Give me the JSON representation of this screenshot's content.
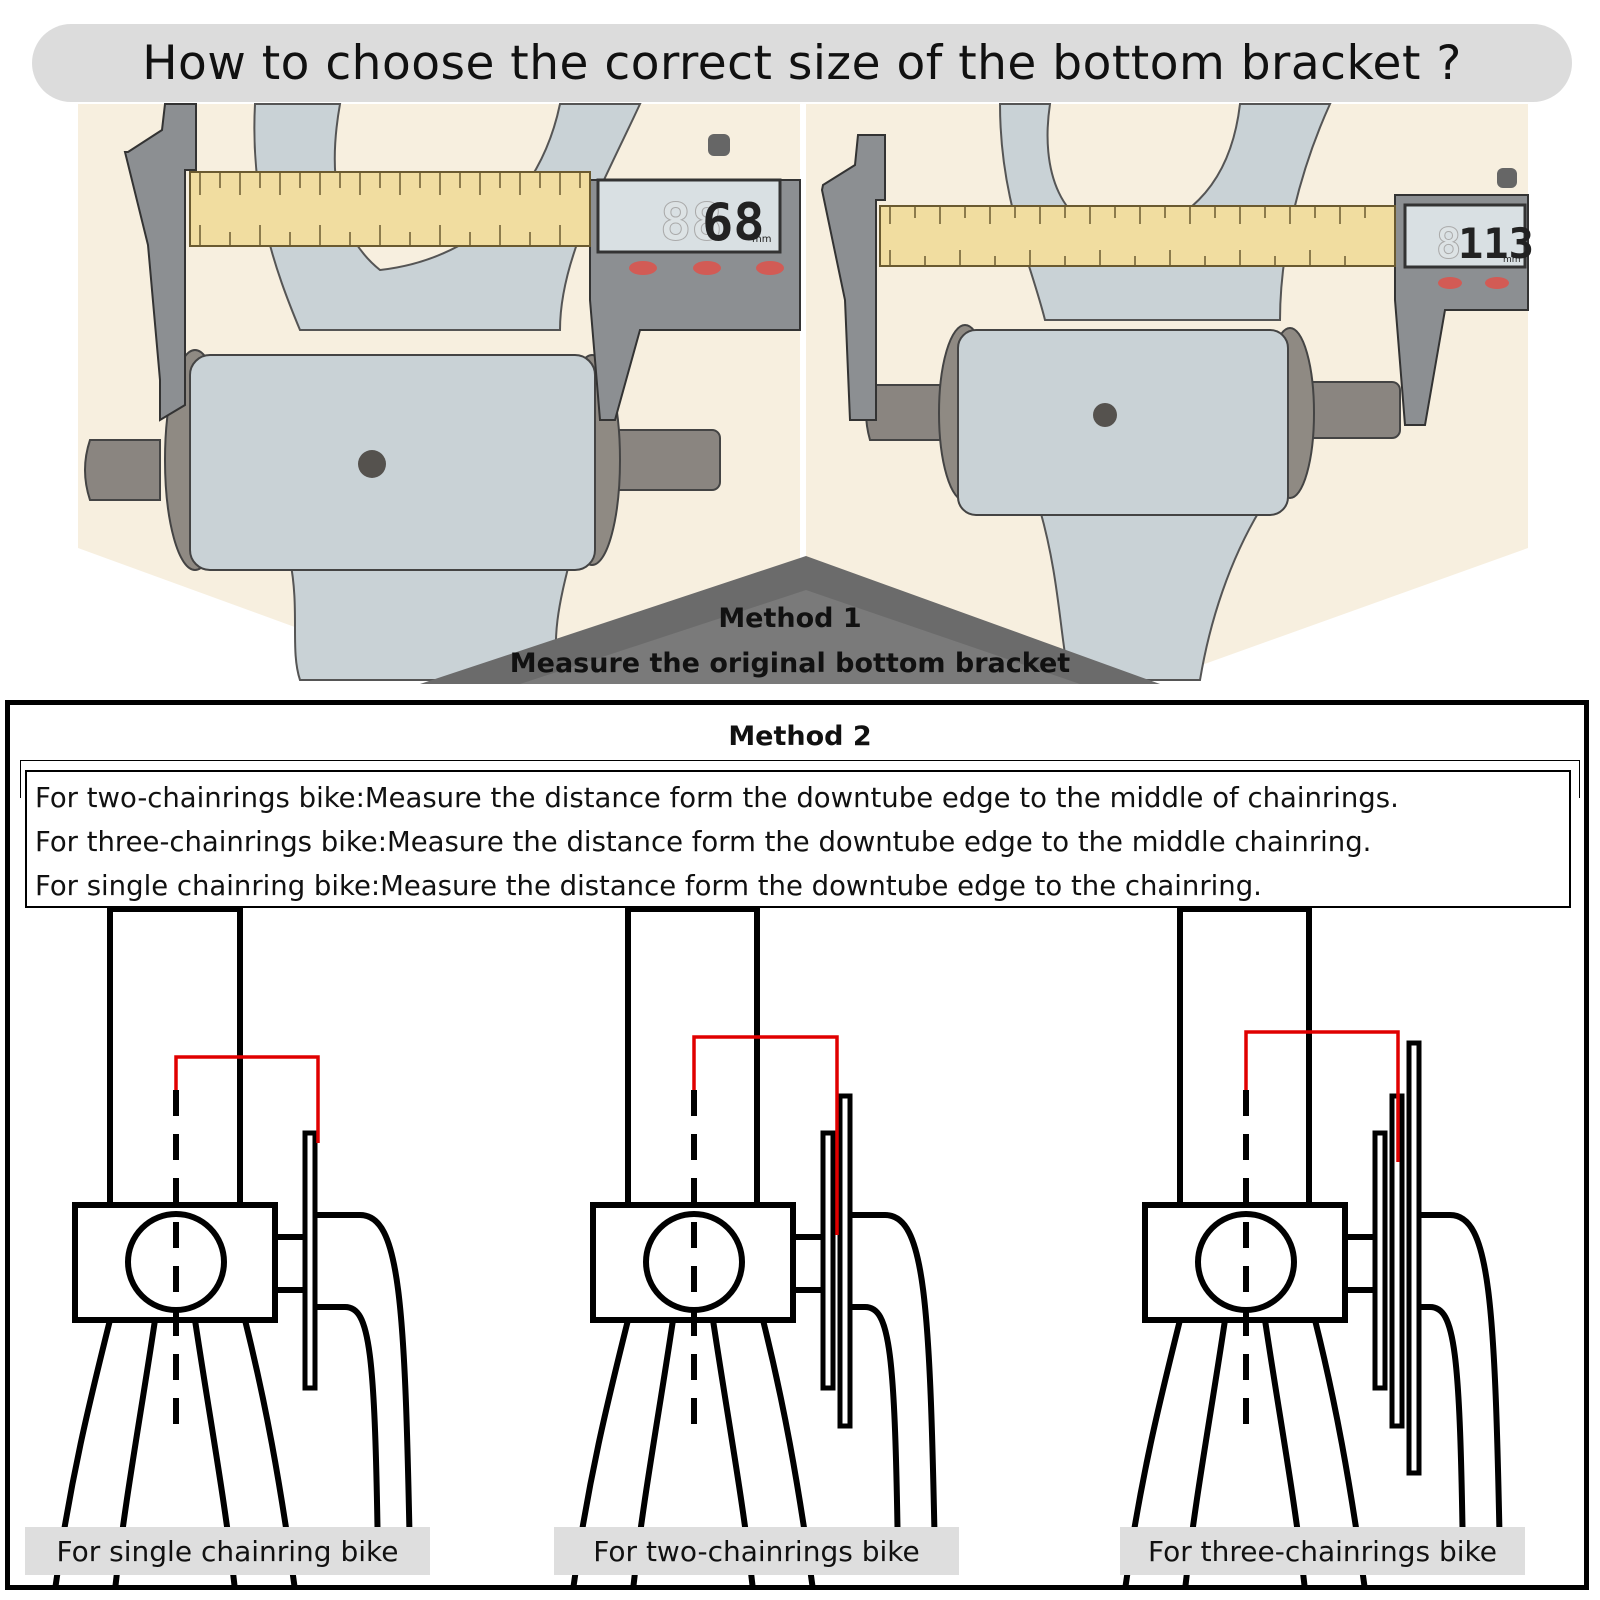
{
  "title": "How to choose the correct size of the bottom bracket ?",
  "method1": {
    "title": "Method 1",
    "subtitle": "Measure the original bottom bracket",
    "left_caliper_reading": "68",
    "right_caliper_reading": "113",
    "unit": "mm"
  },
  "method2": {
    "title": "Method 2",
    "instructions": [
      "For two-chainrings bike:Measure the distance form the downtube edge to the middle of chainrings.",
      "For three-chainrings bike:Measure the distance form the downtube edge to the middle chainring.",
      "For single chainring bike:Measure the distance form the downtube edge to the chainring."
    ],
    "captions": [
      "For single chainring bike",
      "For two-chainrings bike",
      "For three-chainrings bike"
    ]
  },
  "colors": {
    "title_bg": "#dcdcdc",
    "measure_line": "#e00000",
    "ruler": "#f1dda0",
    "frame": "#c9d2d6",
    "background_illustration": "#f7efdf",
    "banner": "#6b6b6b"
  }
}
